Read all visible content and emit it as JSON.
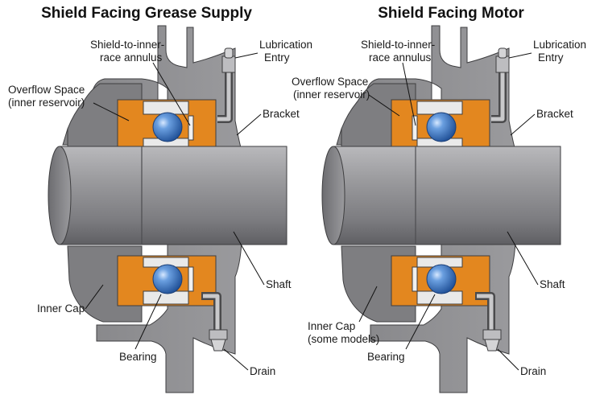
{
  "left_panel": {
    "title": "Shield Facing Grease Supply",
    "labels": {
      "shield_annulus": [
        "Shield-to-inner-",
        "race annulus"
      ],
      "lubrication_entry": [
        "Lubrication",
        "Entry"
      ],
      "overflow_space": [
        "Overflow Space",
        "(inner reservoir)"
      ],
      "bracket": "Bracket",
      "shaft": "Shaft",
      "inner_cap": "Inner Cap",
      "bearing": "Bearing",
      "drain": "Drain"
    }
  },
  "right_panel": {
    "title": "Shield Facing Motor",
    "labels": {
      "shield_annulus": [
        "Shield-to-inner-",
        "race annulus"
      ],
      "lubrication_entry": [
        "Lubrication",
        "Entry"
      ],
      "overflow_space": [
        "Overflow Space",
        "(inner reservoir)"
      ],
      "bracket": "Bracket",
      "shaft": "Shaft",
      "inner_cap": [
        "Inner Cap",
        "(some models)"
      ],
      "bearing": "Bearing",
      "drain": "Drain"
    }
  },
  "colors": {
    "housing": "#8f8f92",
    "housing_dark": "#6f6f72",
    "grease": "#e3871f",
    "race": "#e9e9e9",
    "ball": "#3d78c6",
    "shaft": "#9b9b9e"
  }
}
